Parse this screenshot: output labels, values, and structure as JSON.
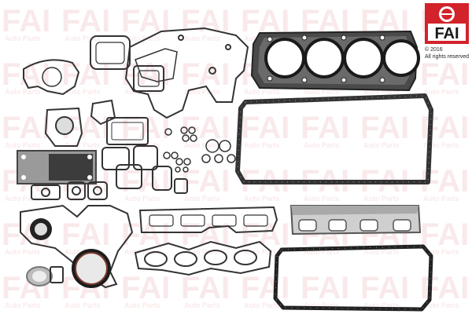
{
  "brand": {
    "logo_text": "FAI",
    "copyright": "© 2016",
    "rights": "All rights reserved",
    "watermark_text": "FAI",
    "watermark_sub": "Auto Parts",
    "red": "#d2232a",
    "dark": "#1a1a1a"
  },
  "product": {
    "type": "full engine gasket set",
    "cylinders": 4
  }
}
